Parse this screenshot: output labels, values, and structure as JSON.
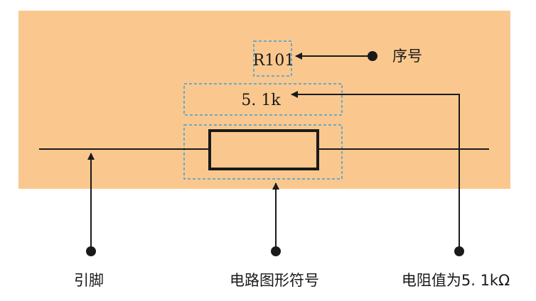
{
  "diagram": {
    "designator": "R101",
    "value_text": "5. 1k",
    "callouts": {
      "serial": "序号",
      "pin": "引脚",
      "symbol": "电路图形符号",
      "value": "电阻值为5. 1kΩ"
    }
  },
  "colors": {
    "panel": "#fac88e",
    "ink": "#1a1a1a",
    "dashed_box": "#3a9fd8"
  }
}
